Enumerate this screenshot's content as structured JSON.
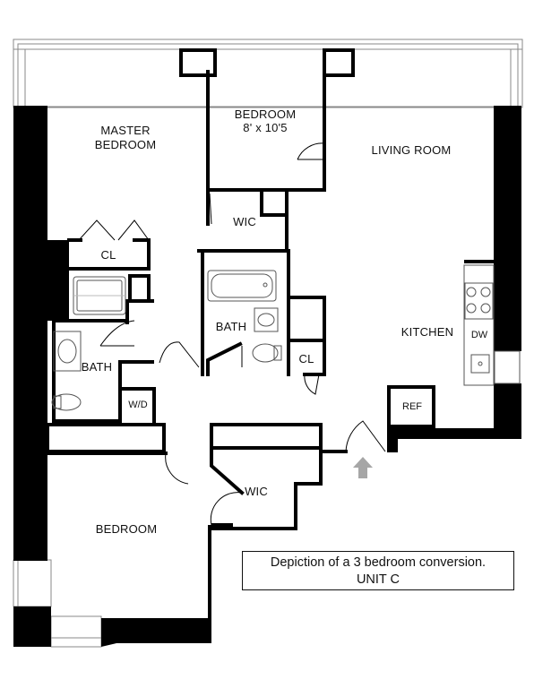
{
  "rooms": {
    "master_bedroom_line1": "MASTER",
    "master_bedroom_line2": "BEDROOM",
    "bedroom_top": "BEDROOM",
    "bedroom_top_dims": "8' x 10'5",
    "living_room": "LIVING ROOM",
    "wic_top": "WIC",
    "cl_left": "CL",
    "bath_center": "BATH",
    "bath_left": "BATH",
    "cl_center": "CL",
    "kitchen": "KITCHEN",
    "dw": "DW",
    "ref": "REF",
    "wd": "W/D",
    "wic_bottom": "WIC",
    "bedroom_bottom": "BEDROOM"
  },
  "note": {
    "line1": "Depiction of a 3 bedroom conversion.",
    "line2": "UNIT C"
  },
  "colors": {
    "wall": "#000000",
    "window": "#888888",
    "entry_arrow": "#a6a6a6"
  }
}
